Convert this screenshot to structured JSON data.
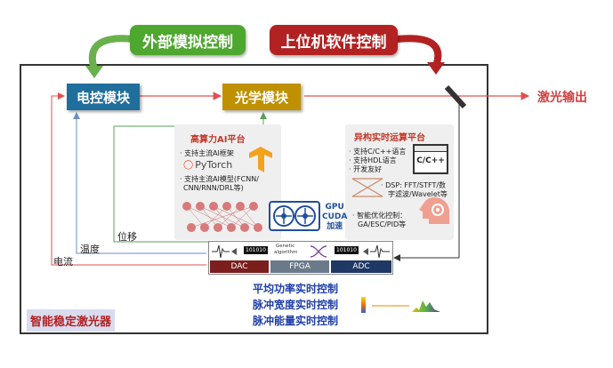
{
  "top": {
    "external_control": "外部模拟控制",
    "pc_control": "上位机软件控制"
  },
  "modules": {
    "electric": "电控模块",
    "optical": "光学模块"
  },
  "output_label": "激光输出",
  "ai_panel": {
    "title": "高算力AI平台",
    "line1": "· 支持主流AI框架",
    "pytorch": "PyTorch",
    "line2": "· 支持主流AI模型(FCNN/",
    "line3": "CNN/RNN/DRL等)"
  },
  "rt_panel": {
    "title": "异构实时运算平台",
    "line1": "· 支持C/C++语言",
    "line2": "· 支持HDL语言",
    "line3": "· 开发友好",
    "cpp_label": "C/C++",
    "dsp1": "· DSP: FFT/STFT/数",
    "dsp2": "字滤波/Wavelet等",
    "opt1": "· 智能优化控制：",
    "opt2": "GA/ESC/PID等"
  },
  "gpu": {
    "line1": "GPU",
    "line2": "CUDA",
    "line3": "加速"
  },
  "chips": {
    "dac": "DAC",
    "fpga": "FPGA",
    "adc": "ADC",
    "bits": "101010",
    "ga1": "Genetic",
    "ga2": "algorithm"
  },
  "feedback": {
    "displacement": "位移",
    "temperature": "温度",
    "current": "电流"
  },
  "controls": [
    "平均功率实时控制",
    "脉冲宽度实时控制",
    "脉冲能量实时控制"
  ],
  "system_label": "智能稳定激光器",
  "colors": {
    "green": "#4ea72e",
    "red": "#b22222",
    "blue_module": "#1f6e9c",
    "gold_module": "#bf9000",
    "dark_red": "#8b1a1a",
    "navy": "#1f3864",
    "laser": "#e05050"
  }
}
